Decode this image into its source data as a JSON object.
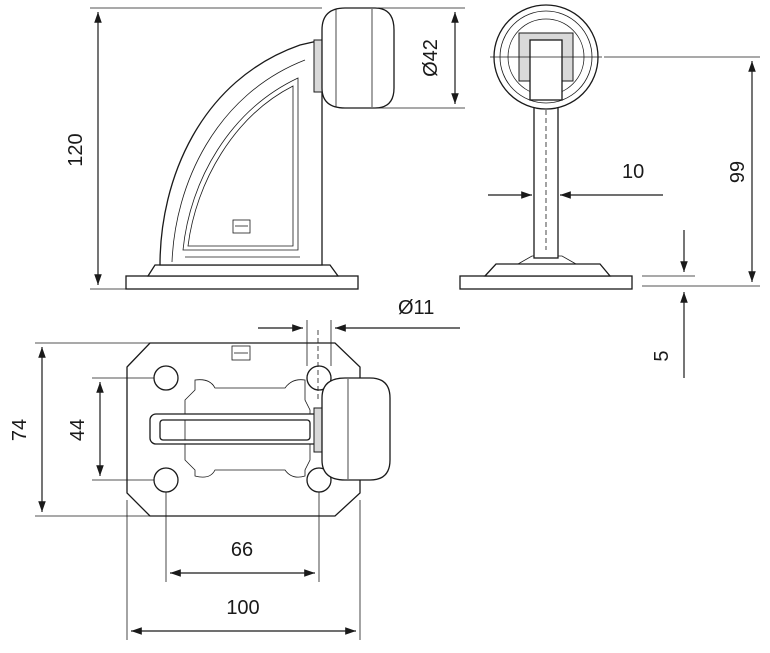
{
  "dimensions": {
    "height_total": "120",
    "knob_diameter": "Ø42",
    "stem_width": "10",
    "stem_height": "99",
    "base_thickness": "5",
    "hole_diameter": "Ø11",
    "base_depth": "74",
    "hole_spacing_y": "44",
    "hole_spacing_x": "66",
    "base_width": "100"
  },
  "colors": {
    "line": "#1a1a1a",
    "shade": "#d9d9d9",
    "background": "#ffffff"
  }
}
